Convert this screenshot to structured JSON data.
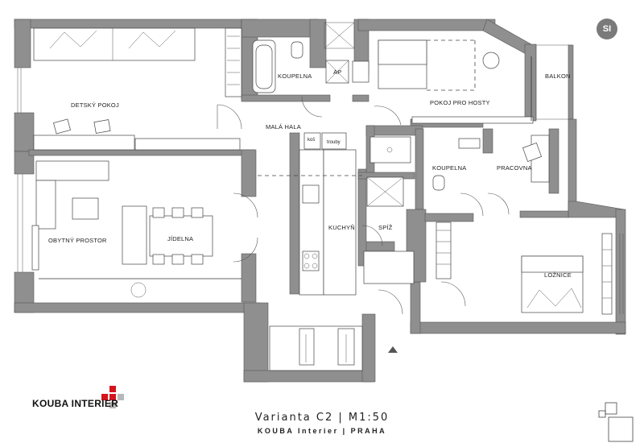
{
  "rooms": {
    "detsky_pokoj": "DETSKÝ POKOJ",
    "koupelna_top": "KOUPELNA",
    "ap": "AP",
    "pokoj_pro_hosty": "POKOJ PRO HOSTY",
    "balkon": "BALKON",
    "mala_hala": "MALÁ HALA",
    "koz": "koš",
    "trouby": "trouby",
    "koupelna_mid": "KOUPELNA",
    "pracovna": "PRACOVNA",
    "obytny_prostor": "OBYTNÝ PROSTOR",
    "jidelna": "JÍDELNA",
    "kuchyn": "KUCHYŇ",
    "spiz": "SPÍŽ",
    "loznice": "LOŽNICE"
  },
  "badge": "SI",
  "brand": {
    "logo_text": "KOUBA INTERIER",
    "logo_colors": [
      "#d4141c",
      "#b8b8b8"
    ]
  },
  "caption": {
    "title": "Varianta C2  |  M1:50",
    "subtitle": "KOUBA Interier  |  PRAHA"
  },
  "colors": {
    "wall": "#8f8f8f",
    "line": "#333333"
  }
}
